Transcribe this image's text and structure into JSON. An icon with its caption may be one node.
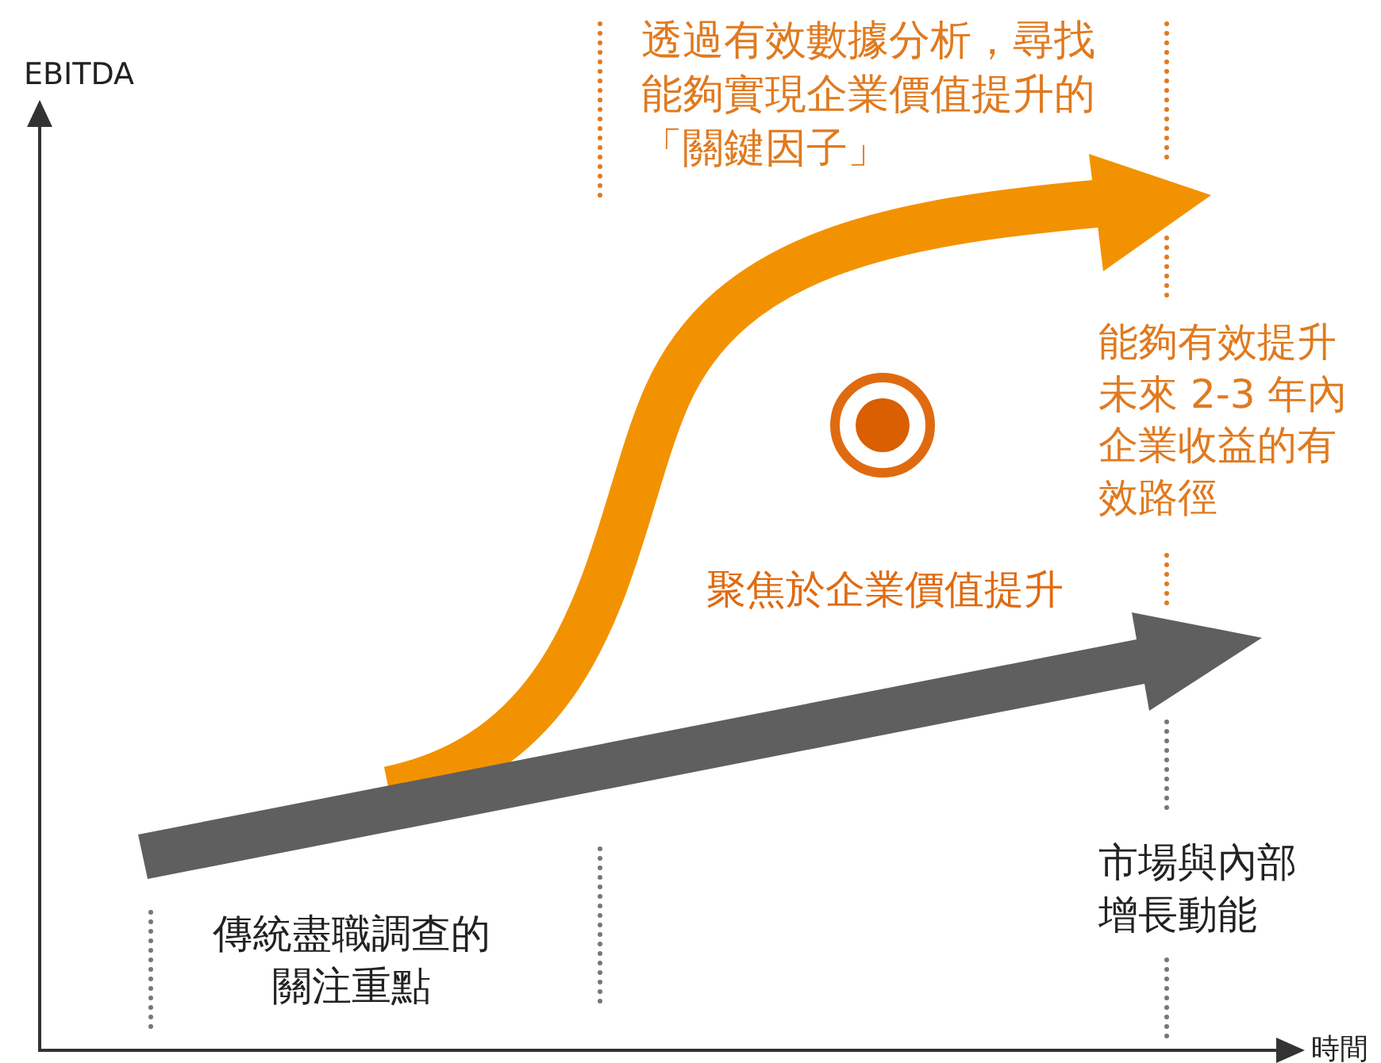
{
  "diagram": {
    "labels": [
      "EBITDA",
      "透過有效數據分析，尋找能夠實現企業價值提升的「關鍵因子」",
      "能夠有效提升未來 2-3 年內企業收益的有效路徑",
      "聚焦於企業價值提升",
      "市場與內部增長動能",
      "傳統盡職調查的關注重點",
      "時間"
    ]
  }
}
